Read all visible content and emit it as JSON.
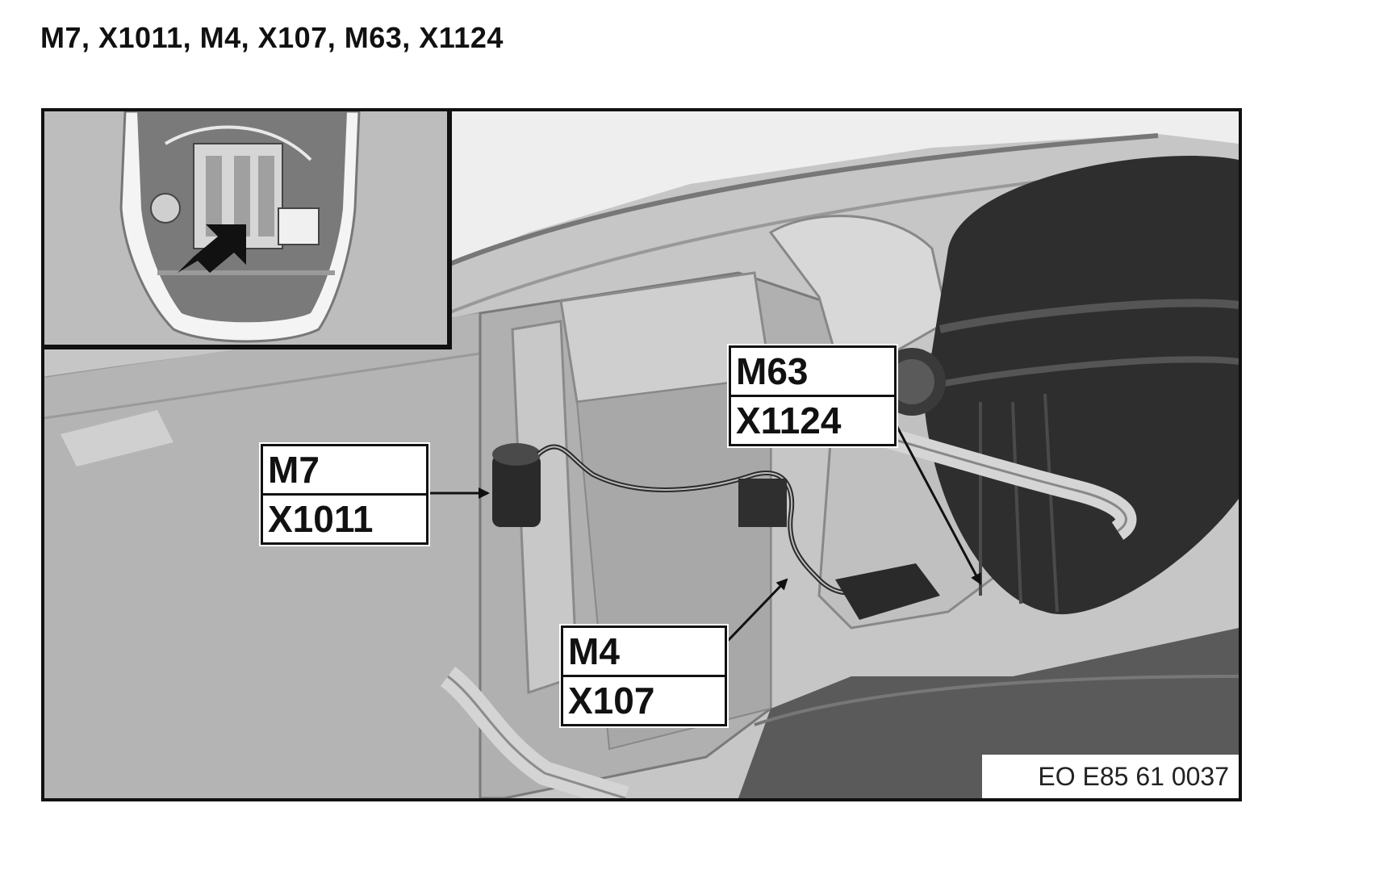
{
  "title": "M7, X1011, M4, X107, M63, X1124",
  "callouts": {
    "m7": {
      "component": "M7",
      "connector": "X1011"
    },
    "m4": {
      "component": "M4",
      "connector": "X107"
    },
    "m63": {
      "component": "M63",
      "connector": "X1124"
    }
  },
  "figure_code": "EO E85 61 0037",
  "colors": {
    "line": "#111111",
    "background": "#ffffff",
    "photo_gray": "#c2c2c2"
  }
}
